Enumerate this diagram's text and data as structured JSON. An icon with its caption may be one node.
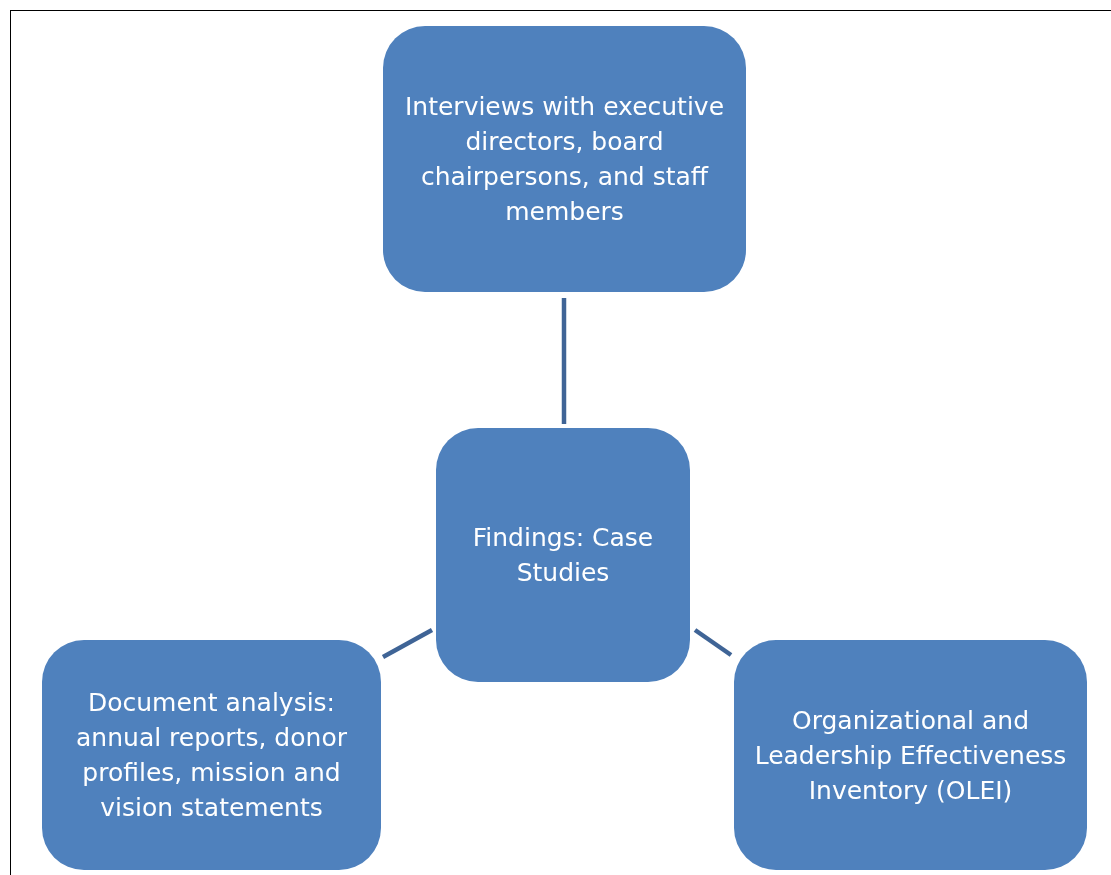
{
  "diagram": {
    "nodes": [
      {
        "text": [
          "Interviews with executive directors, board chairpersons, and staff members"
        ]
      },
      {
        "text": [
          "Findings: Case Studies"
        ]
      },
      {
        "text": [
          "Document analysis: annual reports, donor profiles, mission and vision statements"
        ]
      },
      {
        "text": [
          "Organizational and Leadership Effectiveness Inventory (OLEI)"
        ]
      }
    ],
    "edges": [
      {
        "from": 1,
        "to": 0,
        "arrow": "none"
      },
      {
        "from": 1,
        "to": 2,
        "arrow": "none"
      },
      {
        "from": 1,
        "to": 3,
        "arrow": "none"
      }
    ]
  }
}
